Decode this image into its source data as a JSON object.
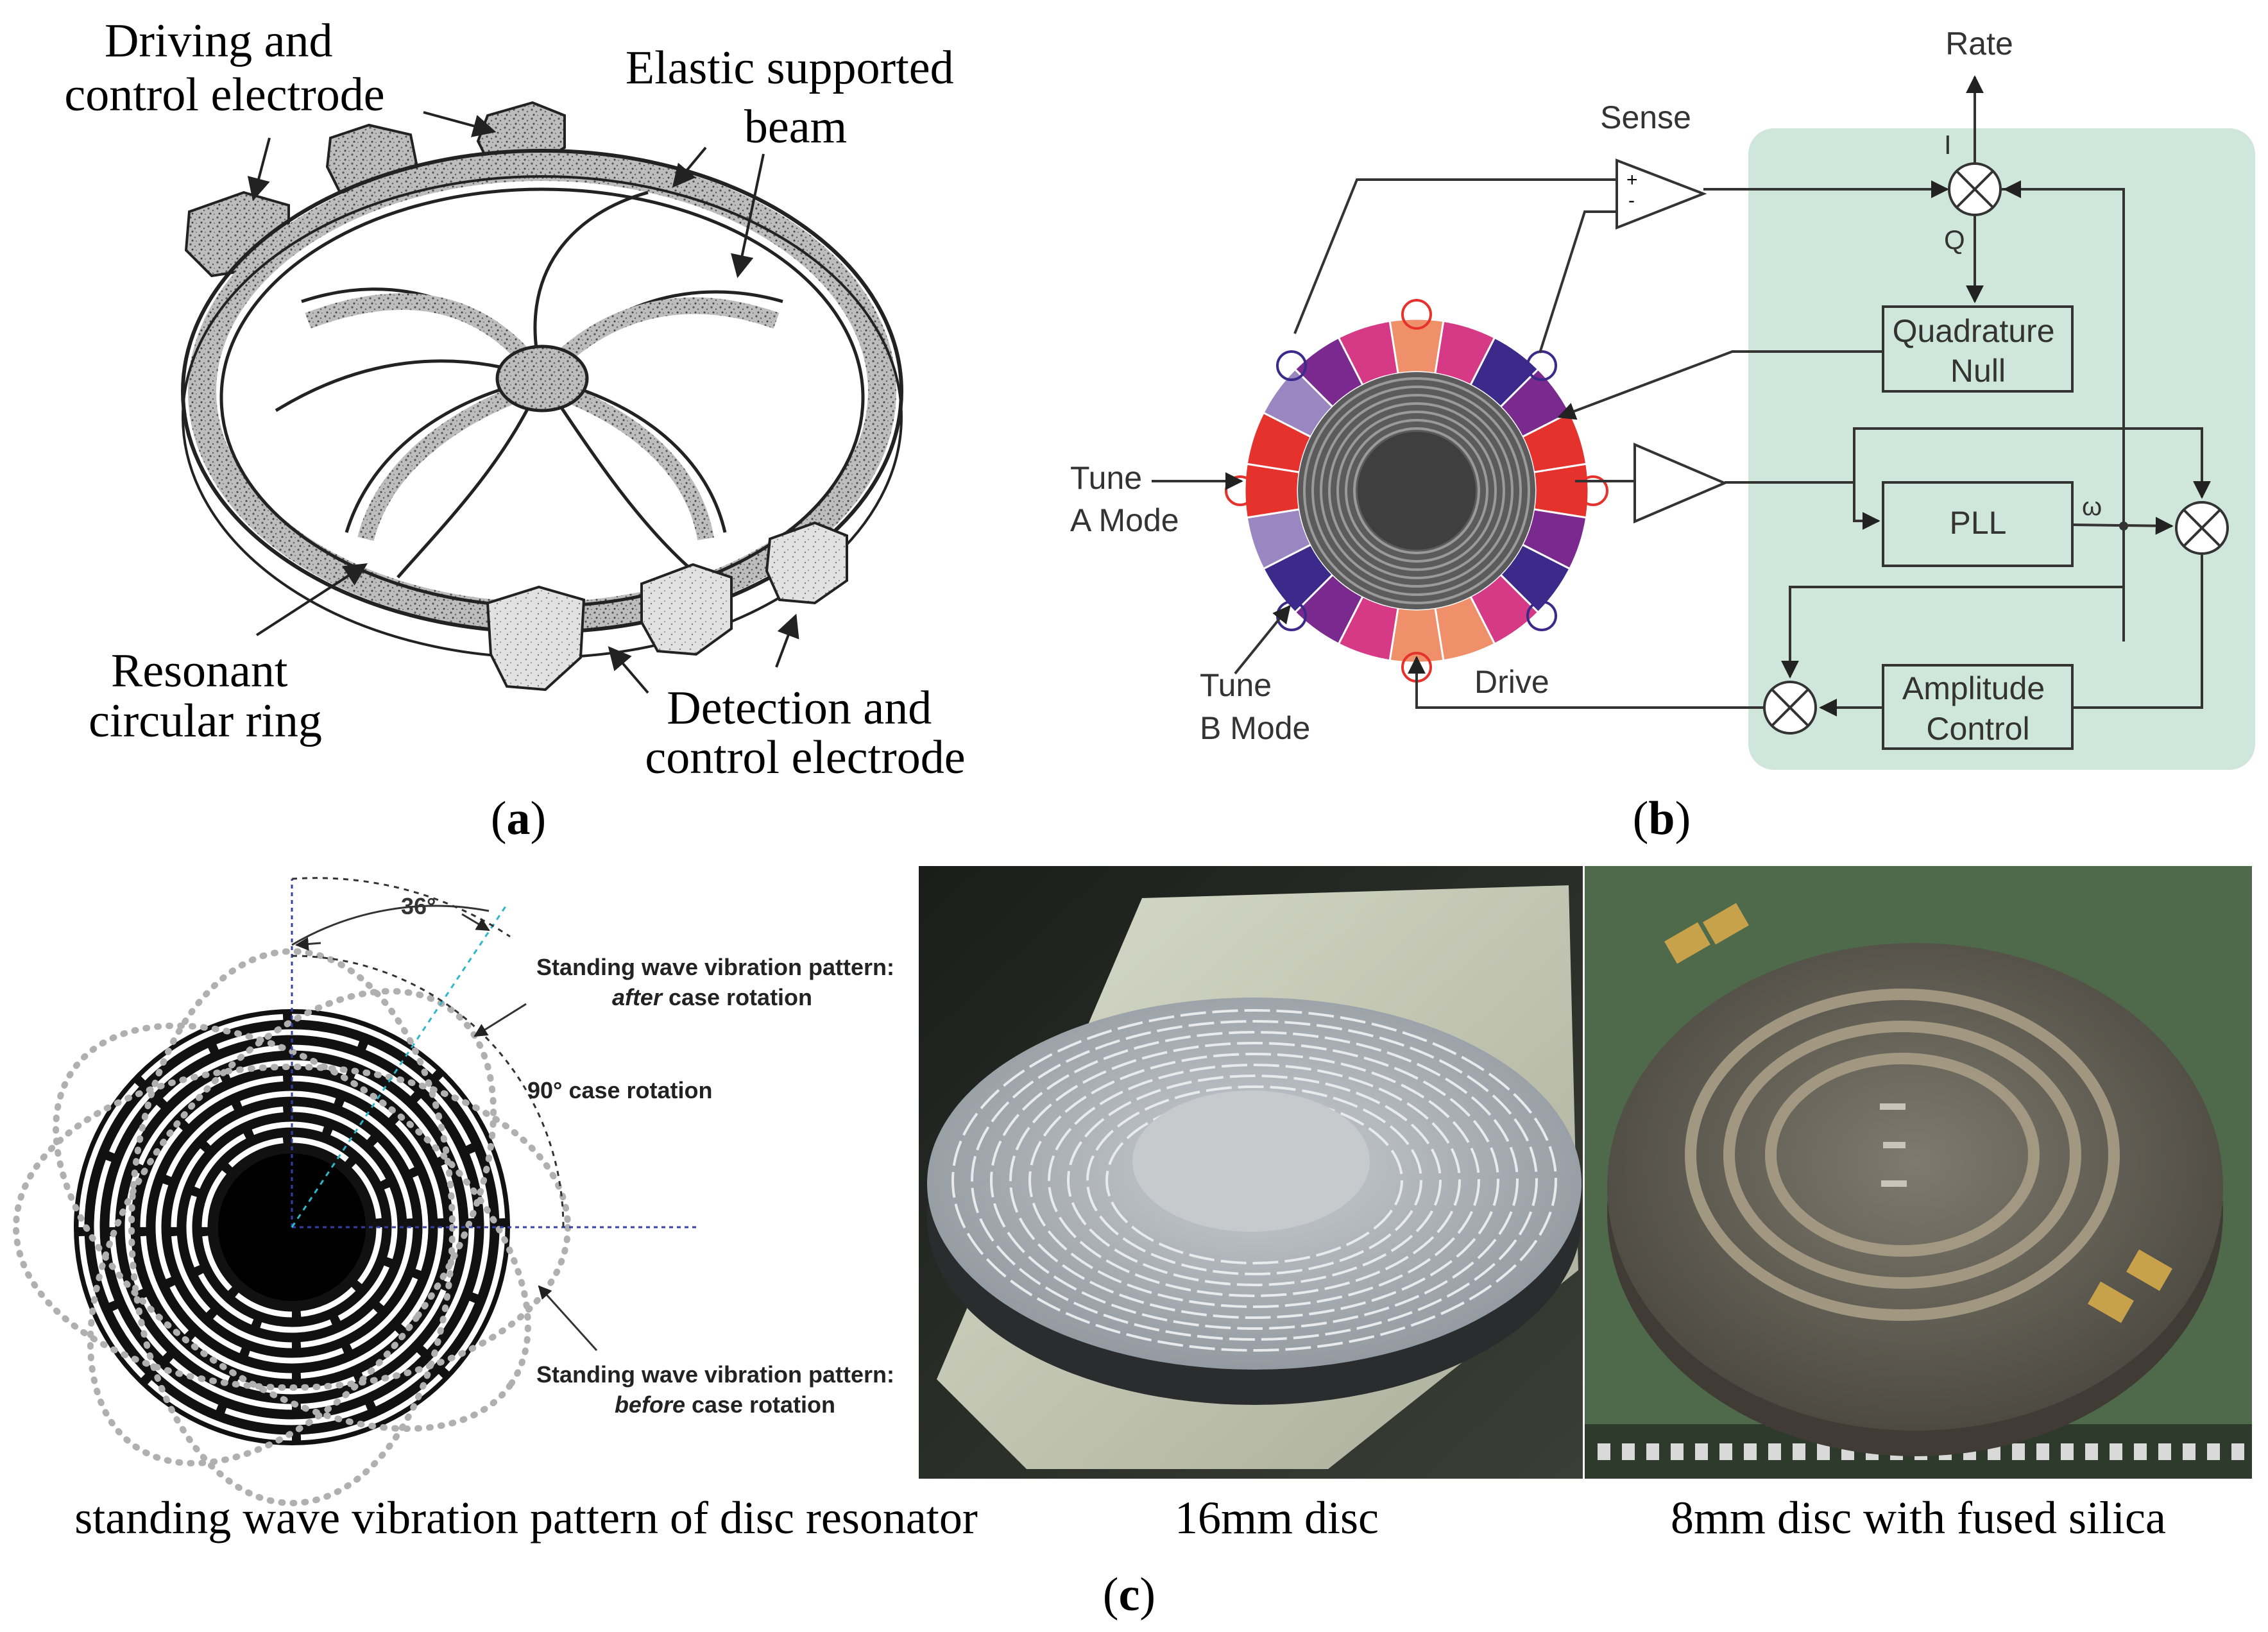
{
  "panel_a": {
    "labels": {
      "driving": [
        "Driving and",
        "control electrode"
      ],
      "elastic": [
        "Elastic supported",
        "beam"
      ],
      "resonant": [
        "Resonant",
        "circular ring"
      ],
      "detection": [
        "Detection and",
        "control electrode"
      ]
    },
    "caption_open": "(",
    "caption_letter": "a",
    "caption_close": ")"
  },
  "panel_b": {
    "labels": {
      "rate": "Rate",
      "sense": "Sense",
      "i": "I",
      "q": "Q",
      "quadrature": [
        "Quadrature",
        "Null"
      ],
      "pll": "PLL",
      "omega": "ω",
      "amplitude": [
        "Amplitude",
        "Control"
      ],
      "drive": "Drive",
      "tune_a": [
        "Tune",
        "A Mode"
      ],
      "tune_b": [
        "Tune",
        "B Mode"
      ],
      "plus": "+",
      "minus": "-"
    },
    "colors": {
      "panel_bg": "#cfe6dd",
      "red": "#e6322d",
      "salmon": "#f0906a",
      "magenta": "#e8367f",
      "purple": "#7a2a8f",
      "indigo": "#3b2a8a",
      "lavender": "#9a86c0",
      "pink": "#d63a86"
    },
    "caption_open": "(",
    "caption_letter": "b",
    "caption_close": ")"
  },
  "panel_c": {
    "labels": {
      "angle": "36°",
      "after_line1": "Standing wave vibration pattern:",
      "after_em": "after",
      "after_rest": " case rotation",
      "case_rotation": "90° case rotation",
      "before_line1": "Standing wave vibration pattern:",
      "before_em": "before",
      "before_rest": " case rotation"
    },
    "captions": {
      "pattern": "standing wave vibration pattern of disc resonator",
      "disc16": "16mm disc",
      "disc8": "8mm disc with fused silica"
    },
    "caption_open": "(",
    "caption_letter": "c",
    "caption_close": ")"
  }
}
